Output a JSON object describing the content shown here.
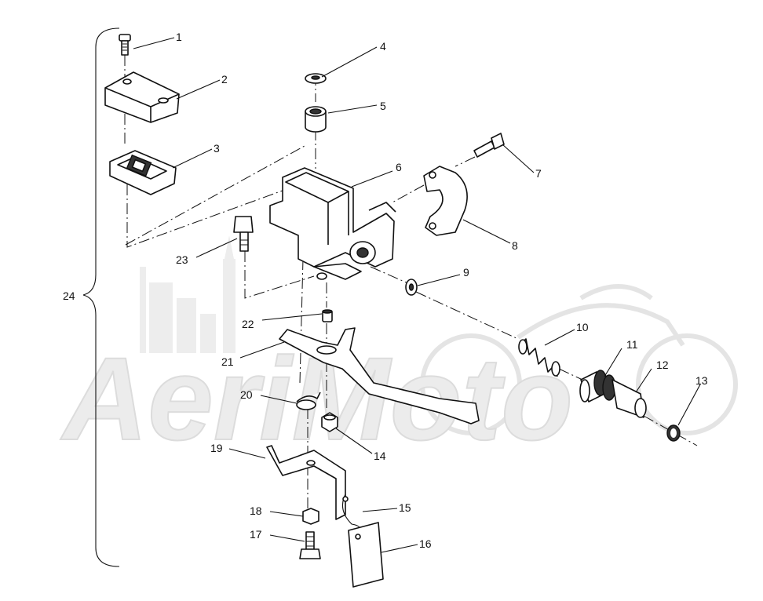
{
  "watermark": "AeriMoto",
  "callouts": [
    {
      "id": "callout-1",
      "label": "1"
    },
    {
      "id": "callout-2",
      "label": "2"
    },
    {
      "id": "callout-3",
      "label": "3"
    },
    {
      "id": "callout-4",
      "label": "4"
    },
    {
      "id": "callout-5",
      "label": "5"
    },
    {
      "id": "callout-6",
      "label": "6"
    },
    {
      "id": "callout-7",
      "label": "7"
    },
    {
      "id": "callout-8",
      "label": "8"
    },
    {
      "id": "callout-9",
      "label": "9"
    },
    {
      "id": "callout-10",
      "label": "10"
    },
    {
      "id": "callout-11",
      "label": "11"
    },
    {
      "id": "callout-12",
      "label": "12"
    },
    {
      "id": "callout-13",
      "label": "13"
    },
    {
      "id": "callout-14",
      "label": "14"
    },
    {
      "id": "callout-15",
      "label": "15"
    },
    {
      "id": "callout-16",
      "label": "16"
    },
    {
      "id": "callout-17",
      "label": "17"
    },
    {
      "id": "callout-18",
      "label": "18"
    },
    {
      "id": "callout-19",
      "label": "19"
    },
    {
      "id": "callout-20",
      "label": "20"
    },
    {
      "id": "callout-21",
      "label": "21"
    },
    {
      "id": "callout-22",
      "label": "22"
    },
    {
      "id": "callout-23",
      "label": "23"
    },
    {
      "id": "callout-24",
      "label": "24"
    }
  ]
}
